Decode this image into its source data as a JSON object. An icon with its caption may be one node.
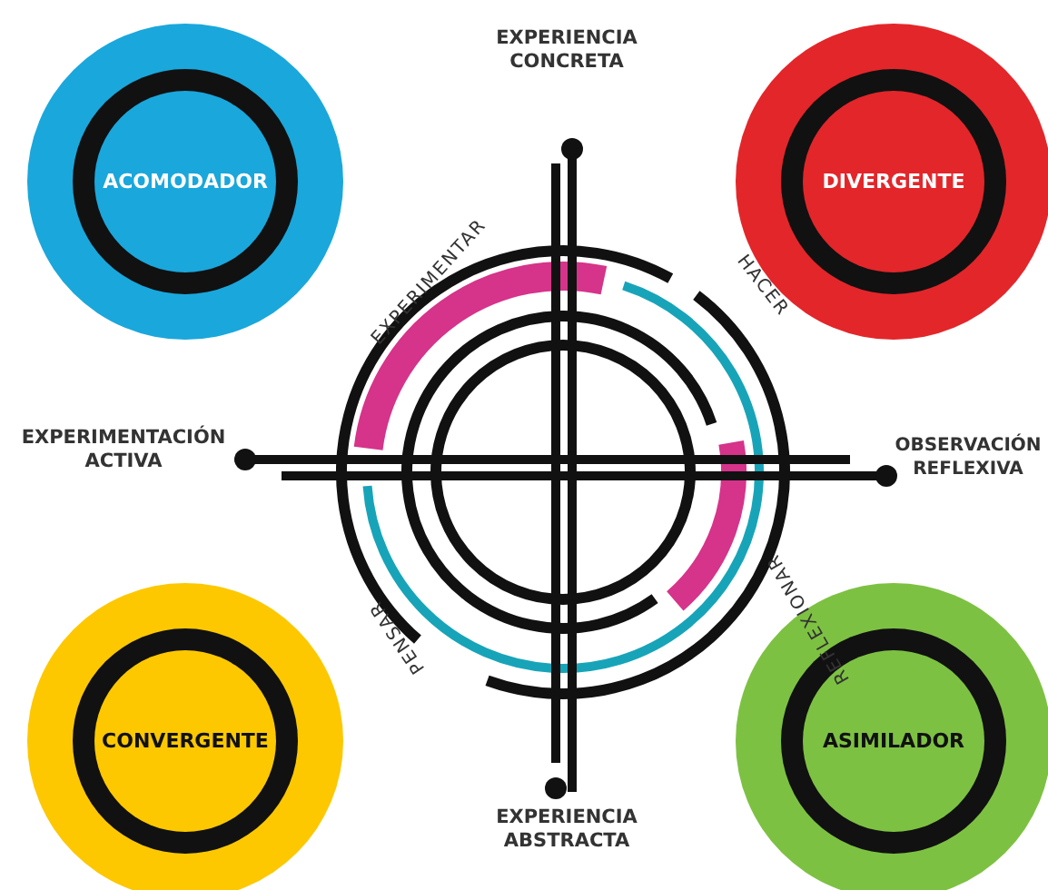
{
  "diagram": {
    "nodes": [
      {
        "text": [
          "ACOMODADOR"
        ]
      },
      {
        "text": [
          "DIVERGENTE"
        ]
      },
      {
        "text": [
          "CONVERGENTE"
        ]
      },
      {
        "text": [
          "ASIMILADOR"
        ]
      }
    ],
    "labels": [
      "EXPERIENCIA CONCRETA",
      "EXPERIMENTAR",
      "HACER",
      "EXPERIMENTACIÓN ACTIVA",
      "OBSERVACIÓN REFLEXIVA",
      "PENSAR",
      "REFLEXIONAR",
      "EXPERIENCIA ABSTRACTA"
    ]
  }
}
